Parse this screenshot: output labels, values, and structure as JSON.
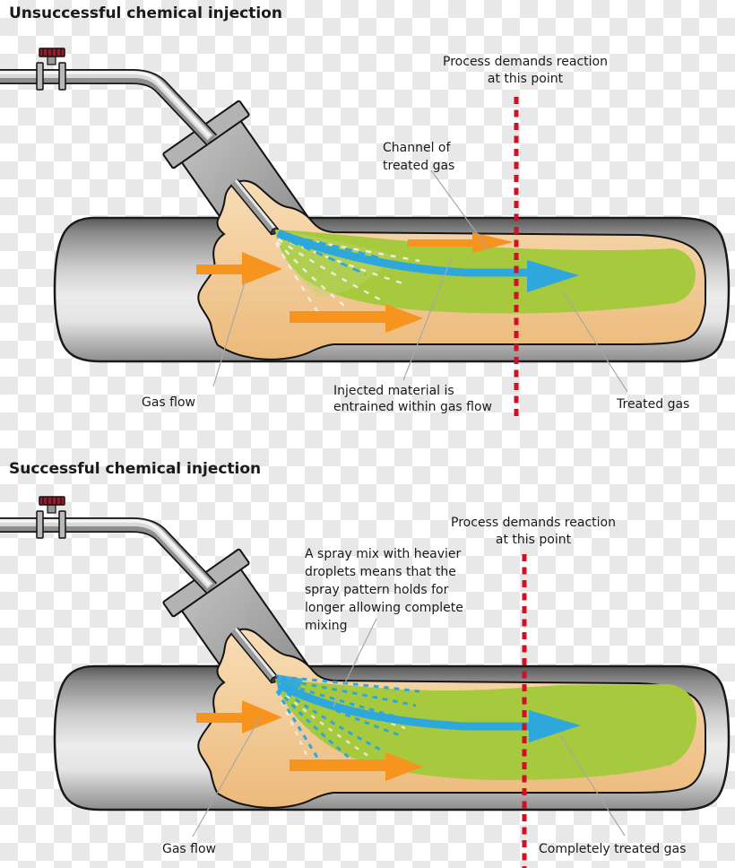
{
  "colors": {
    "title_accent": "#2C9DD6",
    "gas_flow_arrow": "#F7941D",
    "injected_chemical": "#2EA7DD",
    "treated_gas_green": "#A6C93E",
    "untreated_gas_tan": "#EFC08B",
    "reaction_line_red": "#CE1126",
    "pipe_metal_gray": "#ABABAB",
    "label_text": "#1A1A1A"
  },
  "sections": [
    {
      "title": "Unsuccessful chemical injection",
      "labels": {
        "process_line1": "Process demands reaction",
        "process_line2": "at this point",
        "channel_line1": "Channel of",
        "channel_line2": "treated gas",
        "gas_flow": "Gas flow",
        "injected_line1": "Injected material is",
        "injected_line2": "entrained within gas flow",
        "treated_gas": "Treated gas"
      }
    },
    {
      "title": "Successful chemical injection",
      "labels": {
        "process_line1": "Process demands reaction",
        "process_line2": "at this point",
        "spray_note": [
          "A spray mix with heavier",
          "droplets means that the",
          "spray pattern holds for",
          "longer allowing complete",
          "mixing"
        ],
        "gas_flow": "Gas flow",
        "treated_gas": "Completely treated gas"
      }
    }
  ]
}
